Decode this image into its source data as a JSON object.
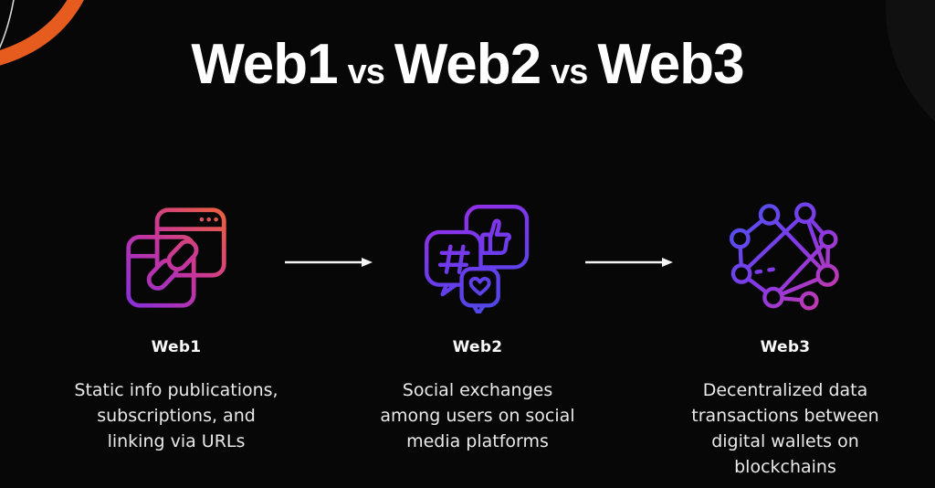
{
  "title": {
    "segments": [
      {
        "text": "Web1",
        "kind": "large"
      },
      {
        "text": "vs",
        "kind": "small"
      },
      {
        "text": "Web2",
        "kind": "large"
      },
      {
        "text": "vs",
        "kind": "small"
      },
      {
        "text": "Web3",
        "kind": "large"
      }
    ]
  },
  "columns": [
    {
      "icon": "browser-link-icon",
      "label": "Web1",
      "desc_lines": [
        "Static info publications,",
        "subscriptions, and",
        "linking via URLs"
      ],
      "gradient": {
        "from": "#7b2ee4",
        "mid": "#c8359c",
        "to": "#f1682c"
      }
    },
    {
      "icon": "social-bubbles-icon",
      "label": "Web2",
      "desc_lines": [
        "Social exchanges",
        "among users on social",
        "media platforms"
      ],
      "gradient": {
        "from": "#9a2ee8",
        "mid": "#6d3bec",
        "to": "#4c49e6"
      }
    },
    {
      "icon": "network-nodes-icon",
      "label": "Web3",
      "desc_lines": [
        "Decentralized data",
        "transactions between",
        "digital wallets on",
        "blockchains"
      ],
      "gradient": {
        "from": "#4456ee",
        "mid": "#8339e8",
        "to": "#d9399b"
      }
    }
  ],
  "arrows": {
    "icon": "arrow-right-icon",
    "color": "#f4f4f4"
  },
  "decor": {
    "arc_color": "#e65c1e",
    "line_color": "#d6d6d6",
    "corner_shade": "#101011"
  }
}
